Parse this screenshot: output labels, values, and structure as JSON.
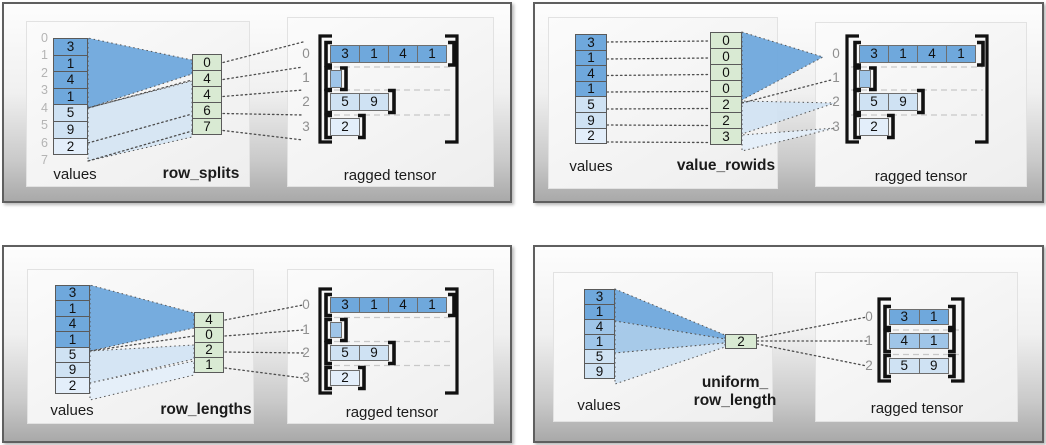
{
  "colors": {
    "dark_blue": "#6fa8dc",
    "medium_blue": "#9fc5e8",
    "light_blue": "#cfe2f3",
    "pale_blue": "#e3eefa",
    "key_green": "#d9ead3"
  },
  "panels": [
    {
      "name": "row_splits",
      "values_label": "values",
      "key_label": "row_splits",
      "output_label": "ragged tensor",
      "values": [
        "3",
        "1",
        "4",
        "1",
        "5",
        "9",
        "2"
      ],
      "value_indices": [
        "0",
        "1",
        "2",
        "3",
        "4",
        "5",
        "6",
        "7"
      ],
      "keys": [
        "0",
        "4",
        "4",
        "6",
        "7"
      ],
      "row_indices": [
        "0",
        "1",
        "2",
        "3"
      ],
      "rows": [
        [
          "3",
          "1",
          "4",
          "1"
        ],
        [],
        [
          "5",
          "9"
        ],
        [
          "2"
        ]
      ]
    },
    {
      "name": "value_rowids",
      "values_label": "values",
      "key_label": "value_rowids",
      "output_label": "ragged tensor",
      "values": [
        "3",
        "1",
        "4",
        "1",
        "5",
        "9",
        "2"
      ],
      "keys": [
        "0",
        "0",
        "0",
        "0",
        "2",
        "2",
        "3"
      ],
      "row_indices": [
        "0",
        "1",
        "2",
        "3"
      ],
      "rows": [
        [
          "3",
          "1",
          "4",
          "1"
        ],
        [],
        [
          "5",
          "9"
        ],
        [
          "2"
        ]
      ]
    },
    {
      "name": "row_lengths",
      "values_label": "values",
      "key_label": "row_lengths",
      "output_label": "ragged tensor",
      "values": [
        "3",
        "1",
        "4",
        "1",
        "5",
        "9",
        "2"
      ],
      "keys": [
        "4",
        "0",
        "2",
        "1"
      ],
      "row_indices": [
        "0",
        "1",
        "2",
        "3"
      ],
      "rows": [
        [
          "3",
          "1",
          "4",
          "1"
        ],
        [],
        [
          "5",
          "9"
        ],
        [
          "2"
        ]
      ]
    },
    {
      "name": "uniform_row_length",
      "values_label": "values",
      "key_label_lines": [
        "uniform_",
        "row_length"
      ],
      "output_label": "ragged tensor",
      "values": [
        "3",
        "1",
        "4",
        "1",
        "5",
        "9"
      ],
      "keys": [
        "2"
      ],
      "row_indices": [
        "0",
        "1",
        "2"
      ],
      "rows": [
        [
          "3",
          "1"
        ],
        [
          "4",
          "1"
        ],
        [
          "5",
          "9"
        ]
      ]
    }
  ]
}
